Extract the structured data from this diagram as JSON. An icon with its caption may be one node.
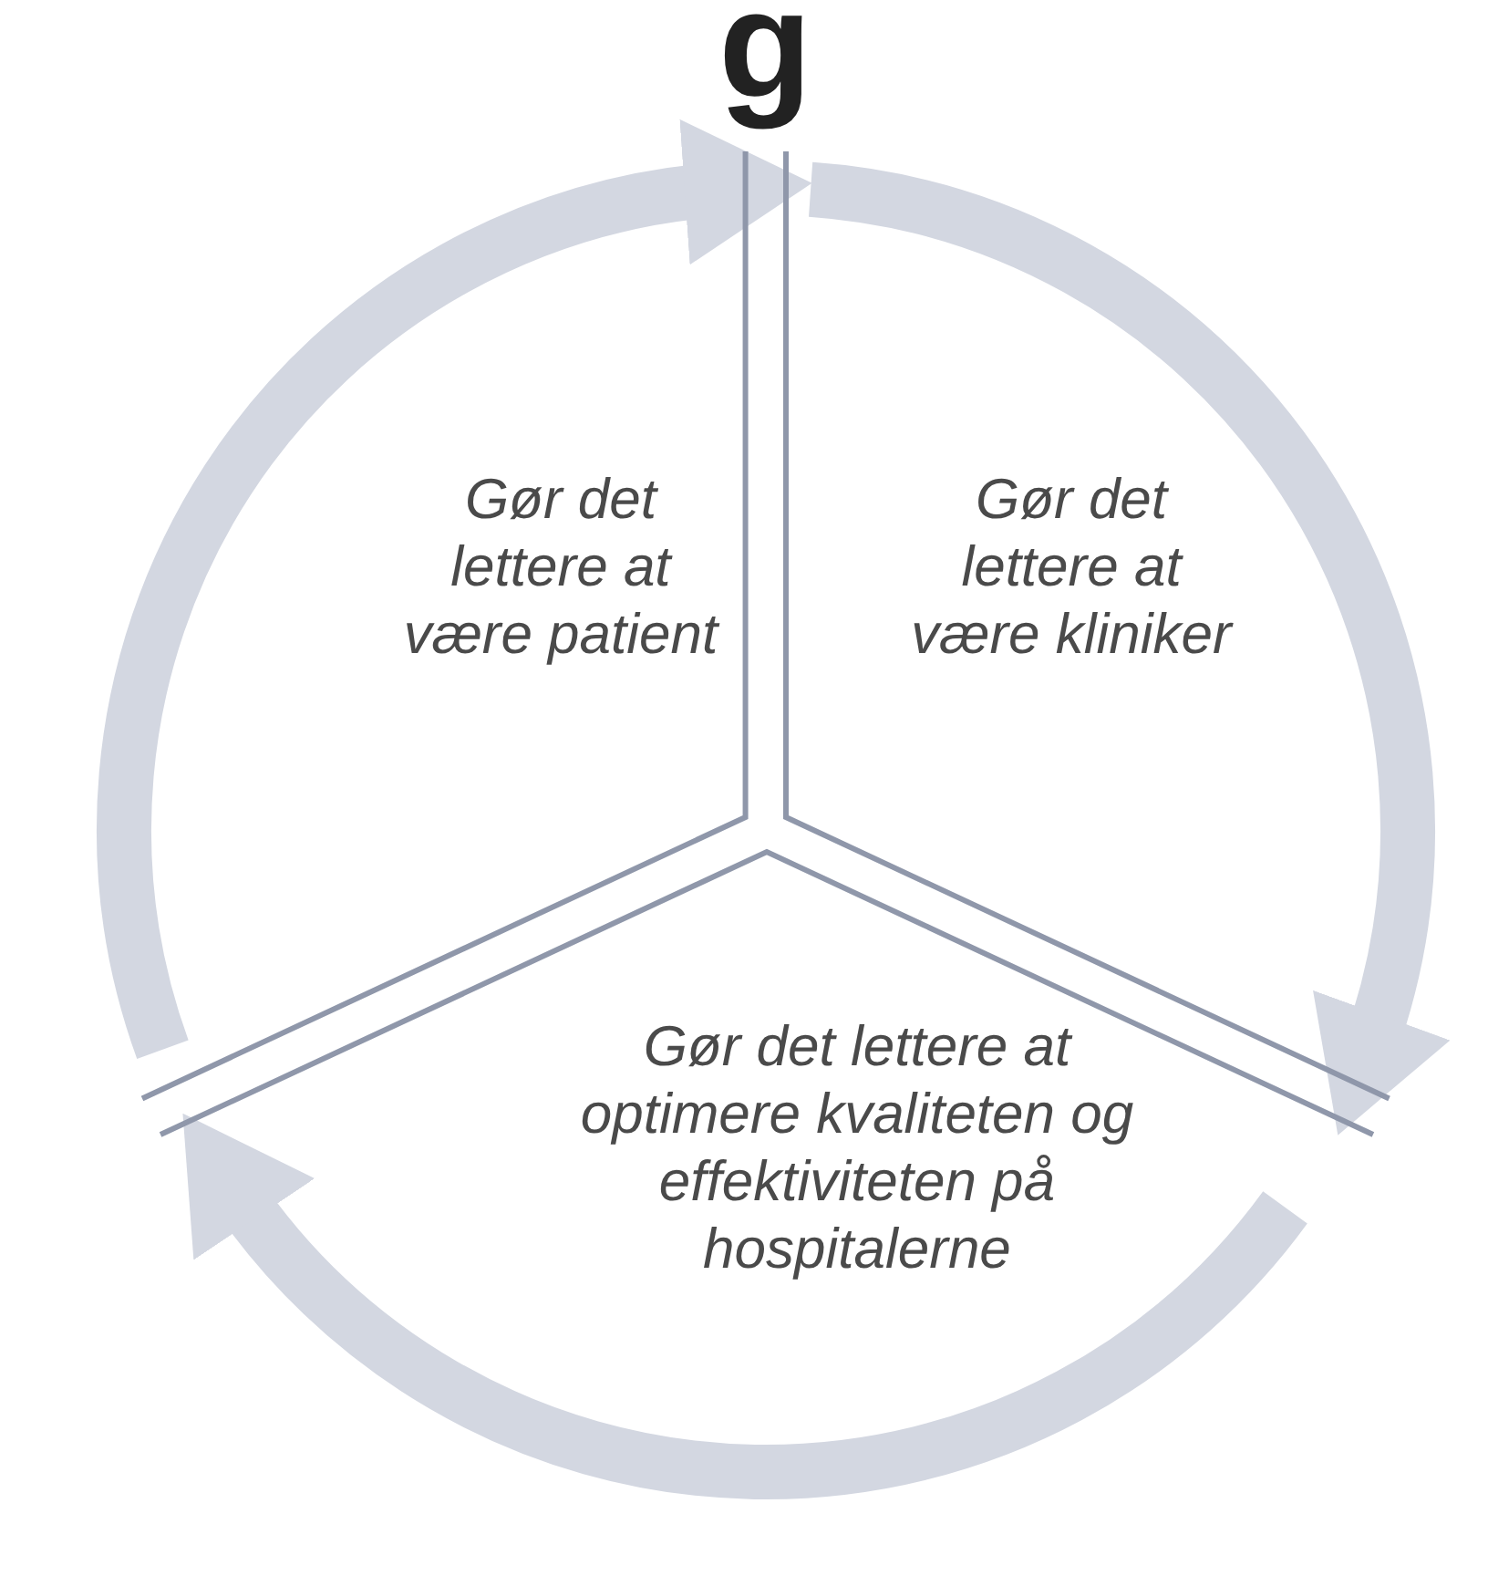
{
  "diagram": {
    "nodes": [
      {
        "text": [
          "Gør det lettere at være patient"
        ]
      },
      {
        "text": [
          "Gør det lettere at være kliniker"
        ]
      },
      {
        "text": [
          "Gør det lettere at optimere kvaliteten og effektiviteten på hospitalerne"
        ]
      }
    ],
    "edges": [
      {
        "from": 0,
        "to": 1,
        "arrow": "to"
      },
      {
        "from": 1,
        "to": 2,
        "arrow": "to"
      },
      {
        "from": 2,
        "to": 0,
        "arrow": "to"
      }
    ],
    "labels": [
      "g"
    ]
  }
}
